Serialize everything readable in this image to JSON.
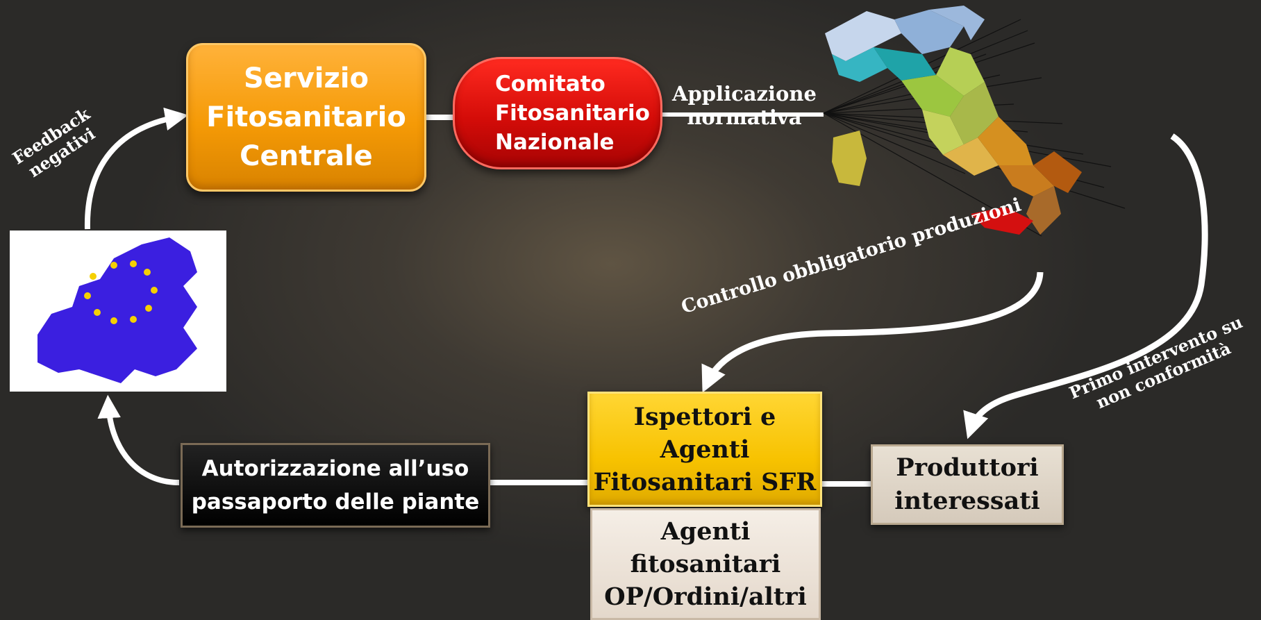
{
  "nodes": {
    "servizio": [
      "Servizio",
      "Fitosanitario",
      "Centrale"
    ],
    "comitato": [
      "Comitato",
      "Fitosanitario",
      "Nazionale"
    ],
    "autorizzazione": [
      "Autorizzazione all’uso",
      "passaporto delle piante"
    ],
    "ispettori": [
      "Ispettori e",
      "Agenti",
      "Fitosanitari SFR"
    ],
    "agenti": [
      "Agenti",
      "fitosanitari",
      "OP/Ordini/altri"
    ],
    "produttori": [
      "Produttori",
      "interessati"
    ]
  },
  "labels": {
    "applicazione": [
      "Applicazione",
      "normativa"
    ],
    "feedback": [
      "Feedback",
      "negativi"
    ],
    "controllo": "Controllo obbligatorio produzioni",
    "primo": [
      "Primo intervento su",
      "non conformità"
    ]
  },
  "colors": {
    "orange": "#f59a06",
    "red": "#d40c08",
    "yellow": "#f7c200",
    "black": "#000000",
    "beige": "#e4d8cb",
    "eu_blue": "#3b1fe0",
    "sicily_red": "#d41010"
  },
  "icons": {
    "europe": "europe-map-icon",
    "italy": "italy-regions-map-icon"
  }
}
